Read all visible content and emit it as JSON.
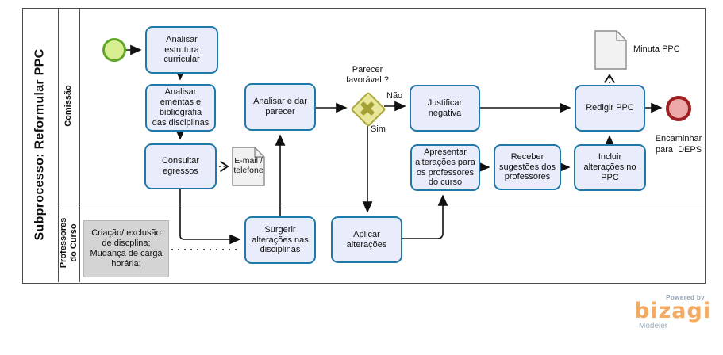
{
  "pool": {
    "title": "Subprocesso: Reformular PPC",
    "lanes": [
      {
        "label": "Comissão"
      },
      {
        "label": "Professores\ndo Curso"
      }
    ]
  },
  "tasks": {
    "analisar_estrutura": "Analisar\nestrutura\ncurricular",
    "analisar_ementas": "Analisar\nementas e\nbibliografia\ndas disciplinas",
    "consultar_egressos": "Consultar\negressos",
    "analisar_parecer": "Analisar e dar\nparecer",
    "justificar_negativa": "Justificar\nnegativa",
    "apresentar_alteracoes": "Apresentar\nalterações para\nos professores\ndo curso",
    "receber_sugestoes": "Receber\nsugestões dos\nprofessores",
    "incluir_alteracoes": "Incluir\nalterações no\nPPC",
    "redigir_ppc": "Redigir PPC",
    "surgerir_alteracoes": "Surgerir\nalterações nas\ndisciplinas",
    "aplicar_alteracoes": "Aplicar\nalterações"
  },
  "gateway": {
    "question": "Parecer\nfavorável ?",
    "no_label": "Não",
    "yes_label": "Sim"
  },
  "events": {
    "end_label": "Encaminhar\npara  DEPS"
  },
  "data_objects": {
    "email": "E-mail /\ntelefone",
    "minuta": "Minuta PPC"
  },
  "annotation": "Criação/ exclusão\nde discplina;\nMudança de carga\nhorária;",
  "branding": {
    "powered_by": "Powered by",
    "brand": "bizagi",
    "product": "Modeler"
  },
  "colors": {
    "task_fill": "#e9ecfa",
    "task_border": "#1f78a8",
    "start_fill": "#d6ee90",
    "start_border": "#61a629",
    "end_fill": "#eda9a9",
    "end_border": "#9e2022",
    "gateway_fill": "#e9e79b",
    "gateway_border": "#aaa83c",
    "gateway_marker": "#a3a135",
    "doc_fill": "#f1f1f1",
    "doc_border": "#8c8c8c",
    "annotation_fill": "#d4d4d4",
    "brand_orange": "#f3aa62"
  }
}
